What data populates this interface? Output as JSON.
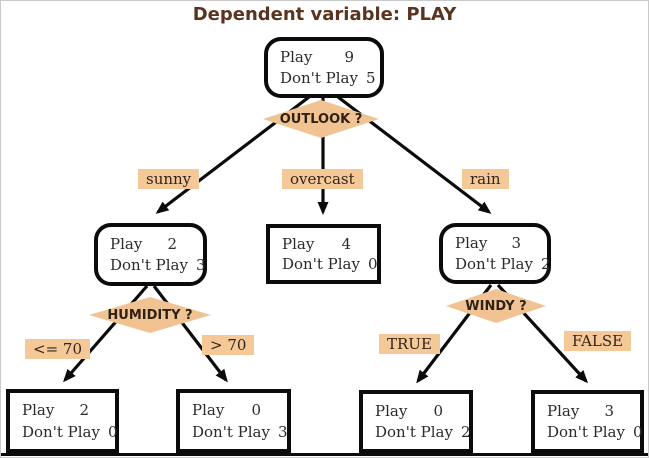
{
  "title": "Dependent variable: PLAY",
  "colors": {
    "accent_fill": "#f2c392",
    "label_fill": "#f5c897",
    "title_text": "#5a341f",
    "edge_line": "#0b0b0b"
  },
  "legend_rows": {
    "play": "Play",
    "dont_play": "Don't Play"
  },
  "tree": {
    "root": {
      "play": "9",
      "dont_play": "5"
    },
    "decisions": {
      "outlook": "OUTLOOK ?",
      "humidity": "HUMIDITY ?",
      "windy": "WINDY ?"
    },
    "branches": {
      "sunny": "sunny",
      "overcast": "overcast",
      "rain": "rain",
      "humidity_le": "<= 70",
      "humidity_gt": "> 70",
      "windy_true": "TRUE",
      "windy_false": "FALSE"
    },
    "nodes": {
      "sunny": {
        "play": "2",
        "dont_play": "3"
      },
      "overcast": {
        "play": "4",
        "dont_play": "0"
      },
      "rain": {
        "play": "3",
        "dont_play": "2"
      },
      "le70": {
        "play": "2",
        "dont_play": "0"
      },
      "gt70": {
        "play": "0",
        "dont_play": "3"
      },
      "windy_true": {
        "play": "0",
        "dont_play": "2"
      },
      "windy_false": {
        "play": "3",
        "dont_play": "0"
      }
    }
  }
}
